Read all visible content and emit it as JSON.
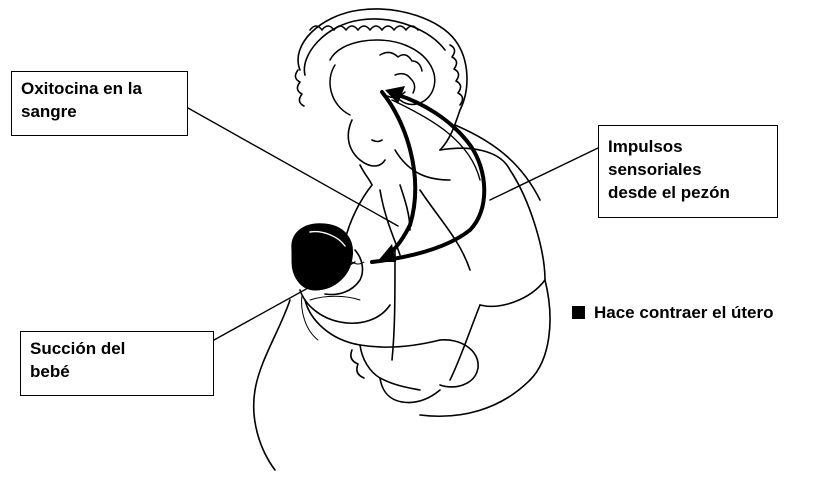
{
  "labels": {
    "oxytocin": [
      "Oxitocina en la",
      "sangre"
    ],
    "impulses": [
      "Impulsos",
      "sensoriales",
      "desde el pezón"
    ],
    "suction": [
      "Succión del",
      "bebé"
    ]
  },
  "note": {
    "text": "Hace contraer el útero",
    "bullet_icon": "black-square-icon"
  },
  "colors": {
    "ink": "#000000",
    "background": "#ffffff"
  }
}
